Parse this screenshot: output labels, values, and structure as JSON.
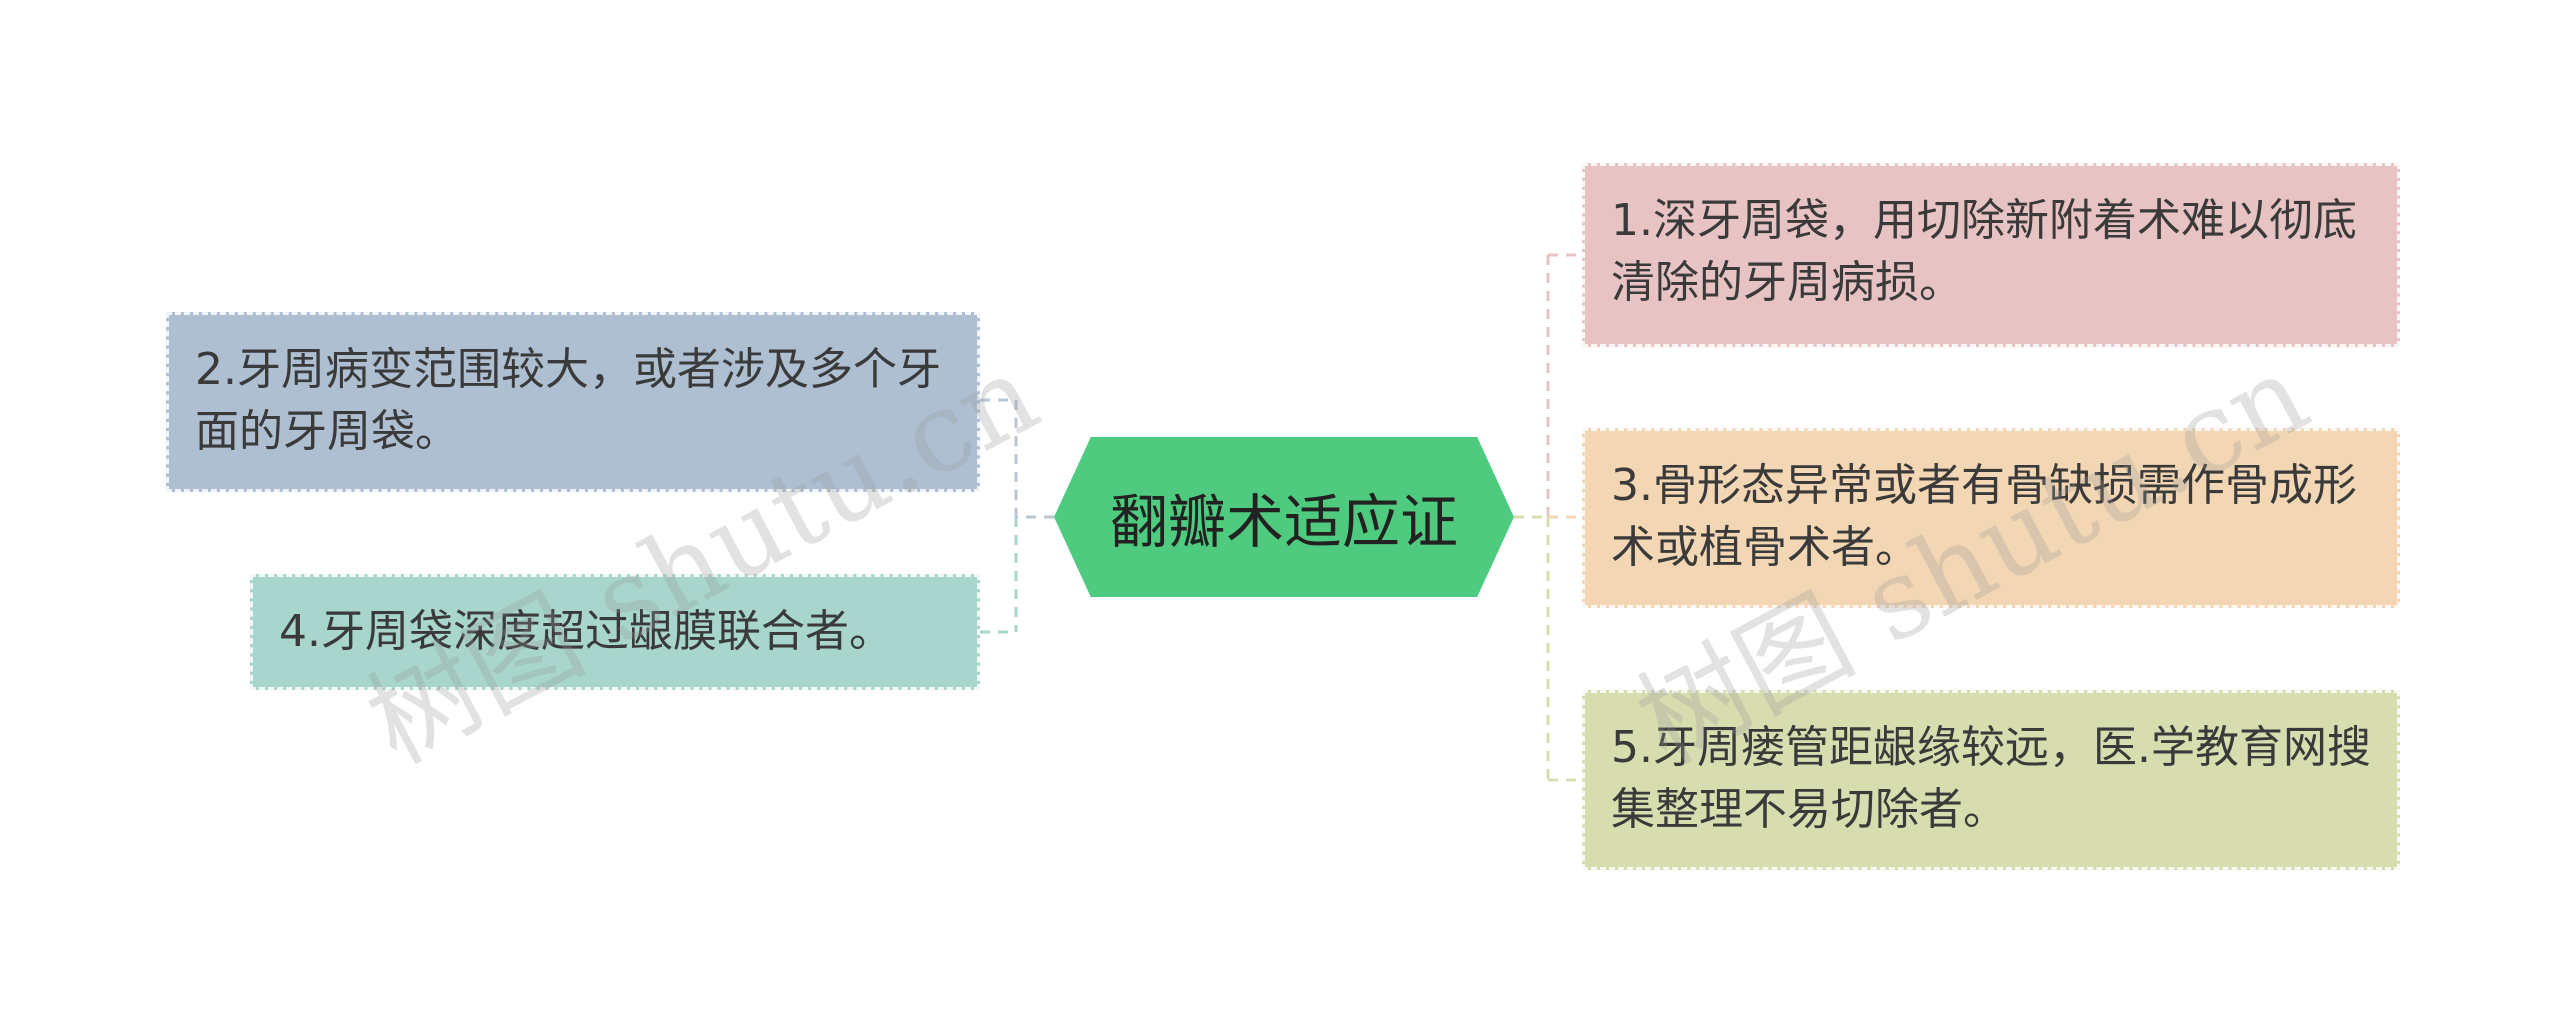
{
  "center": {
    "label": "翻瓣术适应证",
    "color": "#4ecb7f"
  },
  "left_nodes": [
    {
      "text": "2.牙周病变范围较大，或者涉及多个牙面的牙周袋。",
      "color": "#aebfd2",
      "line_color": "#b8c6d6"
    },
    {
      "text": "4.牙周袋深度超过龈膜联合者。",
      "color": "#a8d6cc",
      "line_color": "#a8d6cc"
    }
  ],
  "right_nodes": [
    {
      "text": "1.深牙周袋，用切除新附着术难以彻底清除的牙周病损。",
      "color": "#e8c3c3",
      "line_color": "#e8c3c3"
    },
    {
      "text": "3.骨形态异常或者有骨缺损需作骨成形术或植骨术者。",
      "color": "#f3d6b4",
      "line_color": "#f3d6b4"
    },
    {
      "text": "5.牙周瘘管距龈缘较远，医.学教育网搜集整理不易切除者。",
      "color": "#d8ddb0",
      "line_color": "#d8ddb0"
    }
  ],
  "watermark": "树图 shutu.cn"
}
